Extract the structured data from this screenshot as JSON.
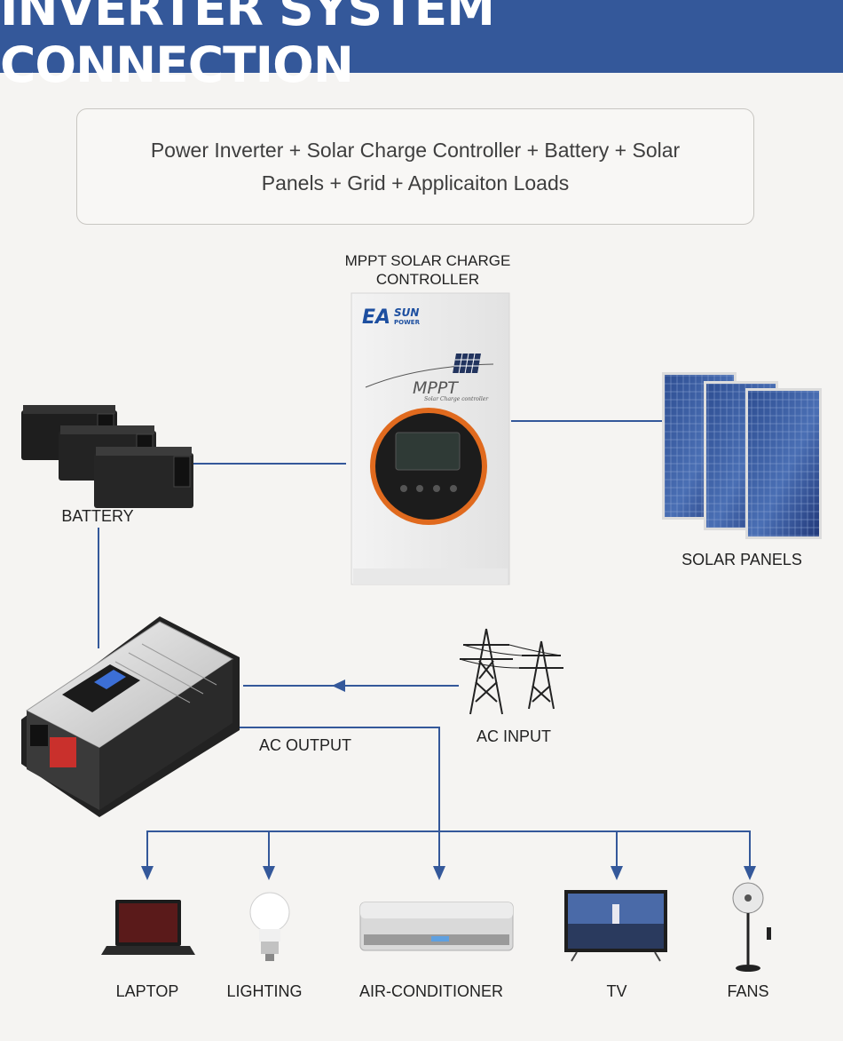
{
  "header": {
    "title": "INVERTER SYSTEM CONNECTION"
  },
  "summary": {
    "text": "Power Inverter + Solar Charge Controller + Battery + Solar Panels + Grid + Applicaiton Loads"
  },
  "controller": {
    "label_line1": "MPPT SOLAR CHARGE",
    "label_line2": "CONTROLLER",
    "brand_ea": "EA",
    "brand_sun": "SUN",
    "brand_power": "POWER",
    "model": "MPPT",
    "subtitle": "Solar Charge controller",
    "accent_color": "#e06a1e"
  },
  "labels": {
    "battery": "BATTERY",
    "solar_panels": "SOLAR PANELS",
    "ac_output": "AC OUTPUT",
    "ac_input": "AC INPUT"
  },
  "loads": [
    {
      "label": "LAPTOP",
      "icon": "laptop-icon"
    },
    {
      "label": "LIGHTING",
      "icon": "bulb-icon"
    },
    {
      "label": "AIR-CONDITIONER",
      "icon": "air-conditioner-icon"
    },
    {
      "label": "TV",
      "icon": "tv-icon"
    },
    {
      "label": "FANS",
      "icon": "fan-icon"
    }
  ],
  "colors": {
    "header_bg": "#34589a",
    "connector": "#34589a"
  }
}
